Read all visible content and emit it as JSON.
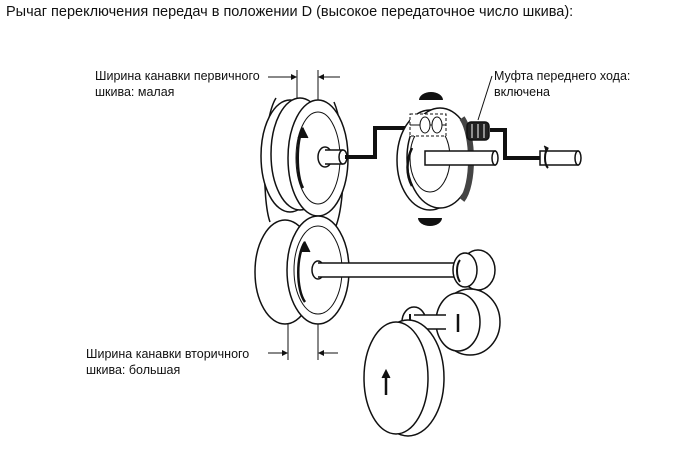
{
  "title": "Рычаг переключения передач в положении D (высокое передаточное число шкива):",
  "labels": {
    "primary_groove_line1": "Ширина канавки первичного",
    "primary_groove_line2": "шкива: малая",
    "clutch_line1": "Муфта переднего хода:",
    "clutch_line2": "включена",
    "secondary_groove_line1": "Ширина канавки вторичного",
    "secondary_groove_line2": "шкива: большая"
  },
  "colors": {
    "ink": "#111111",
    "paper": "#ffffff",
    "shade": "#9a9a9a",
    "light": "#d8d8d8"
  }
}
